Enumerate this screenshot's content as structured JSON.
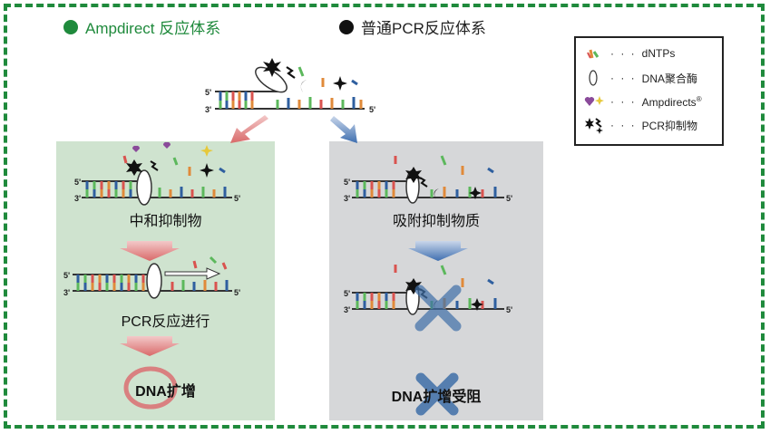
{
  "header": {
    "left_title": "Ampdirect 反应体系",
    "right_title": "普通PCR反应体系"
  },
  "strand_labels": {
    "five_prime": "5'",
    "three_prime": "3'"
  },
  "left_panel": {
    "step1": "中和抑制物",
    "step2": "PCR反应进行",
    "step3": "DNA扩增"
  },
  "right_panel": {
    "step1": "吸附抑制物质",
    "step2": "DNA扩增受阻"
  },
  "legend": {
    "items": [
      {
        "icon": "dntps-icon",
        "dots": "· · ·",
        "label": "dNTPs"
      },
      {
        "icon": "dna-polymerase-icon",
        "dots": "· · ·",
        "label": "DNA聚合酶"
      },
      {
        "icon": "ampdirect-icon",
        "dots": "· · ·",
        "label": "Ampdirects",
        "sup": "®"
      },
      {
        "icon": "pcr-inhibitor-icon",
        "dots": "· · ·",
        "label": "PCR抑制物"
      }
    ]
  },
  "colors": {
    "frame": "#1f8a3c",
    "left_panel_bg": "#cfe3cf",
    "right_panel_bg": "#d6d7d9",
    "arrow_red": "#e07a7a",
    "arrow_blue": "#4f7fc0",
    "cross": "#3f6fa8",
    "ring": "#d98080",
    "base_red": "#d9534f",
    "base_green": "#5cb85c",
    "base_blue": "#2f5f9f",
    "base_orange": "#e08a3a"
  }
}
